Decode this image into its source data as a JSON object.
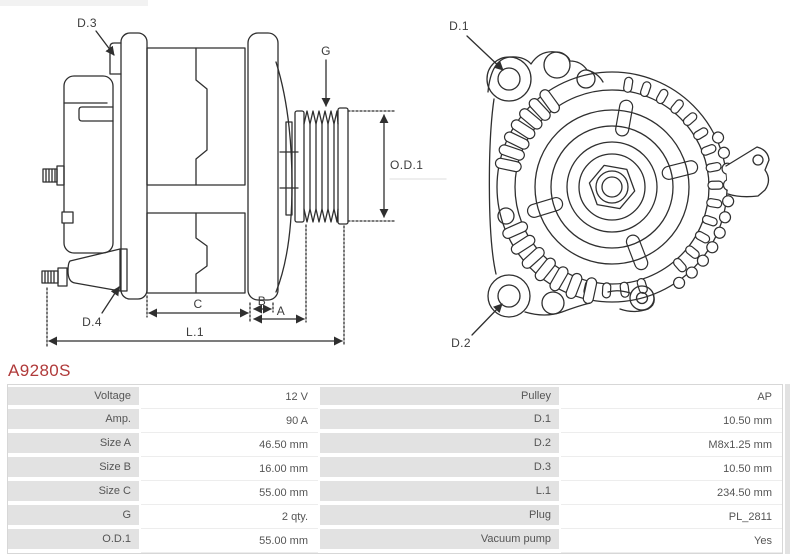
{
  "part_number": "A9280S",
  "colors": {
    "part_number": "#b03a3a",
    "line_art": "#2f2f2f",
    "table_label_bg": "#e2e2e2",
    "table_border": "#d7d7d7",
    "table_text": "#555555"
  },
  "side_view": {
    "labels": {
      "d3": "D.3",
      "d4": "D.4",
      "g": "G",
      "od1": "O.D.1",
      "c": "C",
      "b": "B",
      "a": "A",
      "l1": "L.1"
    }
  },
  "front_view": {
    "labels": {
      "d1": "D.1",
      "d2": "D.2"
    }
  },
  "spec_table": {
    "rows": [
      {
        "label_left": "Voltage",
        "value_left": "12 V",
        "label_right": "Pulley",
        "value_right": "AP"
      },
      {
        "label_left": "Amp.",
        "value_left": "90 A",
        "label_right": "D.1",
        "value_right": "10.50 mm"
      },
      {
        "label_left": "Size A",
        "value_left": "46.50 mm",
        "label_right": "D.2",
        "value_right": "M8x1.25 mm"
      },
      {
        "label_left": "Size B",
        "value_left": "16.00 mm",
        "label_right": "D.3",
        "value_right": "10.50 mm"
      },
      {
        "label_left": "Size C",
        "value_left": "55.00 mm",
        "label_right": "L.1",
        "value_right": "234.50 mm"
      },
      {
        "label_left": "G",
        "value_left": "2 qty.",
        "label_right": "Plug",
        "value_right": "PL_2811"
      },
      {
        "label_left": "O.D.1",
        "value_left": "55.00 mm",
        "label_right": "Vacuum pump",
        "value_right": "Yes"
      }
    ]
  }
}
